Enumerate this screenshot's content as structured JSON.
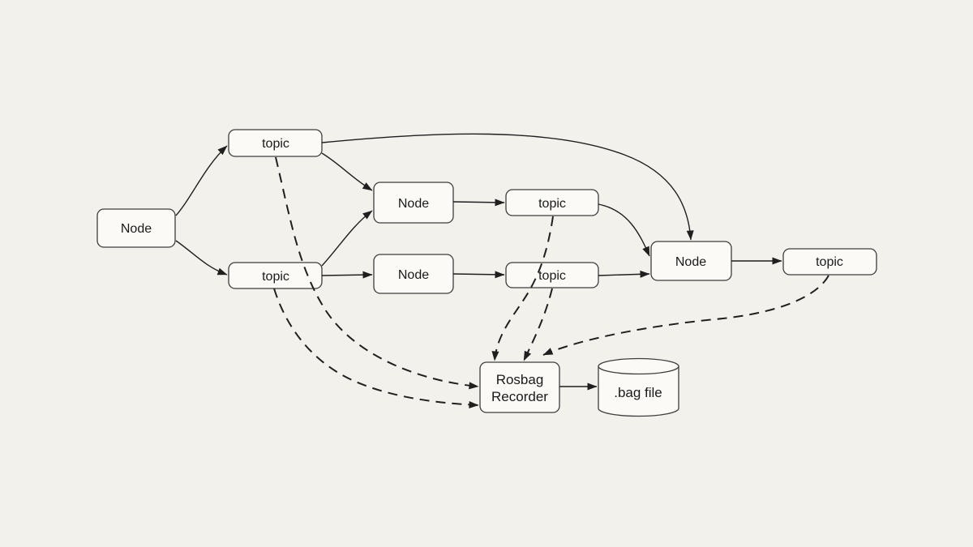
{
  "canvas": {
    "background": "#f2f1ec",
    "shape_fill": "#fbfaf6",
    "shape_stroke": "#3d3d3d",
    "line_color": "#1f1f1f",
    "text_color": "#1a1a1a"
  },
  "nodes": {
    "node_left": {
      "label": "Node",
      "type": "rounded-rect"
    },
    "topic_top": {
      "label": "topic",
      "type": "rounded-rect"
    },
    "topic_mid_left": {
      "label": "topic",
      "type": "rounded-rect"
    },
    "node_mid_top": {
      "label": "Node",
      "type": "rounded-rect"
    },
    "node_mid_bottom": {
      "label": "Node",
      "type": "rounded-rect"
    },
    "topic_mid_top": {
      "label": "topic",
      "type": "rounded-rect"
    },
    "topic_mid_bottom": {
      "label": "topic",
      "type": "rounded-rect"
    },
    "node_right": {
      "label": "Node",
      "type": "rounded-rect"
    },
    "topic_right": {
      "label": "topic",
      "type": "rounded-rect"
    },
    "rosbag_recorder": {
      "label_line1": "Rosbag",
      "label_line2": "Recorder",
      "type": "rounded-rect"
    },
    "bag_file": {
      "label": ".bag file",
      "type": "cylinder"
    }
  },
  "edges": [
    {
      "from": "node_left",
      "to": "topic_top",
      "style": "solid"
    },
    {
      "from": "node_left",
      "to": "topic_mid_left",
      "style": "solid"
    },
    {
      "from": "topic_top",
      "to": "node_mid_top",
      "style": "solid"
    },
    {
      "from": "topic_top",
      "to": "node_right",
      "style": "solid"
    },
    {
      "from": "topic_mid_left",
      "to": "node_mid_top",
      "style": "solid"
    },
    {
      "from": "topic_mid_left",
      "to": "node_mid_bottom",
      "style": "solid"
    },
    {
      "from": "node_mid_top",
      "to": "topic_mid_top",
      "style": "solid"
    },
    {
      "from": "node_mid_bottom",
      "to": "topic_mid_bottom",
      "style": "solid"
    },
    {
      "from": "topic_mid_top",
      "to": "node_right",
      "style": "solid"
    },
    {
      "from": "topic_mid_bottom",
      "to": "node_right",
      "style": "solid"
    },
    {
      "from": "node_right",
      "to": "topic_right",
      "style": "solid"
    },
    {
      "from": "topic_top",
      "to": "rosbag_recorder",
      "style": "dashed"
    },
    {
      "from": "topic_mid_left",
      "to": "rosbag_recorder",
      "style": "dashed"
    },
    {
      "from": "topic_mid_top",
      "to": "rosbag_recorder",
      "style": "dashed"
    },
    {
      "from": "topic_mid_bottom",
      "to": "rosbag_recorder",
      "style": "dashed"
    },
    {
      "from": "topic_right",
      "to": "rosbag_recorder",
      "style": "dashed"
    },
    {
      "from": "rosbag_recorder",
      "to": "bag_file",
      "style": "solid"
    }
  ]
}
